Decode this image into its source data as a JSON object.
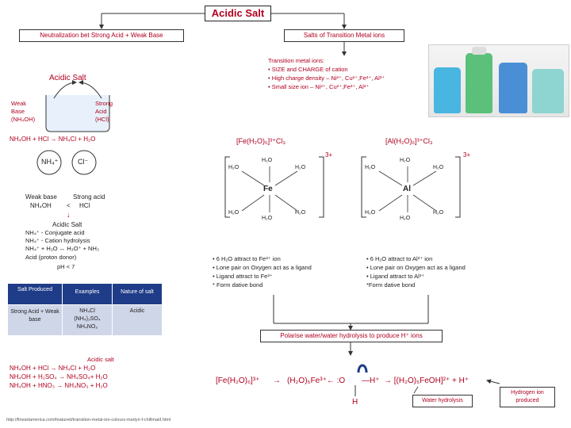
{
  "title": "Acidic Salt",
  "left_header": "Neutralization bet Strong Acid + Weak Base",
  "right_header": "Salts of Transition Metal ions",
  "beaker": {
    "title": "Acidic Salt",
    "weak_base": "Weak\nBase\n(NH₄OH)",
    "strong_acid": "Strong\nAcid\n(HCl)"
  },
  "equation1": "NH₄OH + HCl → NH₄Cl + H₂O",
  "ions": {
    "cation": "NH₄⁺",
    "anion": "Cl⁻"
  },
  "compare": {
    "weak_base": "Weak base",
    "strong_acid": "Strong acid",
    "left": "NH₄OH",
    "lt": "<",
    "right": "HCl",
    "arrow": "↓",
    "result": "Acidic Salt"
  },
  "notes": [
    "NH₄⁺  - Conjugate acid",
    "NH₄⁺  - Cation hydrolysis",
    "NH₄⁺ + H₂O ↔ H₃O⁺ + NH₃",
    "Acid (proton donor)",
    "pH < 7"
  ],
  "table": {
    "headers": [
      "Salt Produced",
      "Examples",
      "Nature of salt"
    ],
    "row": [
      "Strong Acid + Weak base",
      "NH₄Cl\n(NH₄)₂SO₄\nNH₄NO₃",
      "Acidic"
    ]
  },
  "acidic_salt_label": "Acidic salt",
  "reactions": [
    "NH₄OH + HCl       → NH₄Cl + H₂O",
    "NH₄OH + H₂SO₄   → NH₄SO₄+ H₂O",
    "NH₄OH + HNO₃     → NH₄NO₃ + H₂O"
  ],
  "url": "http://fineartamerica.com/featured/transition-metal-ion-colours-martyn-f-chillmaid.html",
  "transition_box": [
    "Transition metal ions:",
    "• SIZE and CHARGE of cation",
    "• High charge density – Ni²⁺, Cu²⁺,Fe³⁺, Al³⁺",
    "• Small size ion – Ni²⁺, Cu²⁺,Fe³⁺, Al³⁺"
  ],
  "fe_complex": {
    "formula": "[Fe(H₂O)₆]³⁺Cl₃",
    "center": "Fe",
    "charge": "3+",
    "ligand": "H₂O",
    "notes": [
      "• 6 H₂O attract to Fe³⁺ ion",
      "• Lone pair on Oxygen act as a ligand",
      "• Ligand attract to Fe³⁺",
      "* Form dative bond"
    ]
  },
  "al_complex": {
    "formula": "[Al(H₂O)₆]³⁺Cl₃",
    "center": "Al",
    "charge": "3+",
    "ligand": "H₂O",
    "notes": [
      "• 6 H₂O attract to Al³⁺ ion",
      "• Lone pair on Oxygen act as a ligand",
      "• Ligand attract to Al³⁺",
      "*Form dative bond"
    ]
  },
  "polarise": "Polarise water/water hydrolysis to produce H⁺ ions",
  "hydrolysis": {
    "left": "[Fe(H₂O)₆]³⁺",
    "arrow": "→",
    "mid": "(H₂O)₅Fe³⁺← :O",
    "bond": "—H⁺",
    "right": "→ [(H₂O)₅FeOH]²⁺ + H⁺",
    "h": "H",
    "water_label": "Water hydrolysis",
    "hion_label": "Hydrogen ion\nproduced"
  },
  "colors": {
    "accent": "#b00020",
    "table_head": "#1f3c88",
    "table_body": "#cfd6e8"
  }
}
